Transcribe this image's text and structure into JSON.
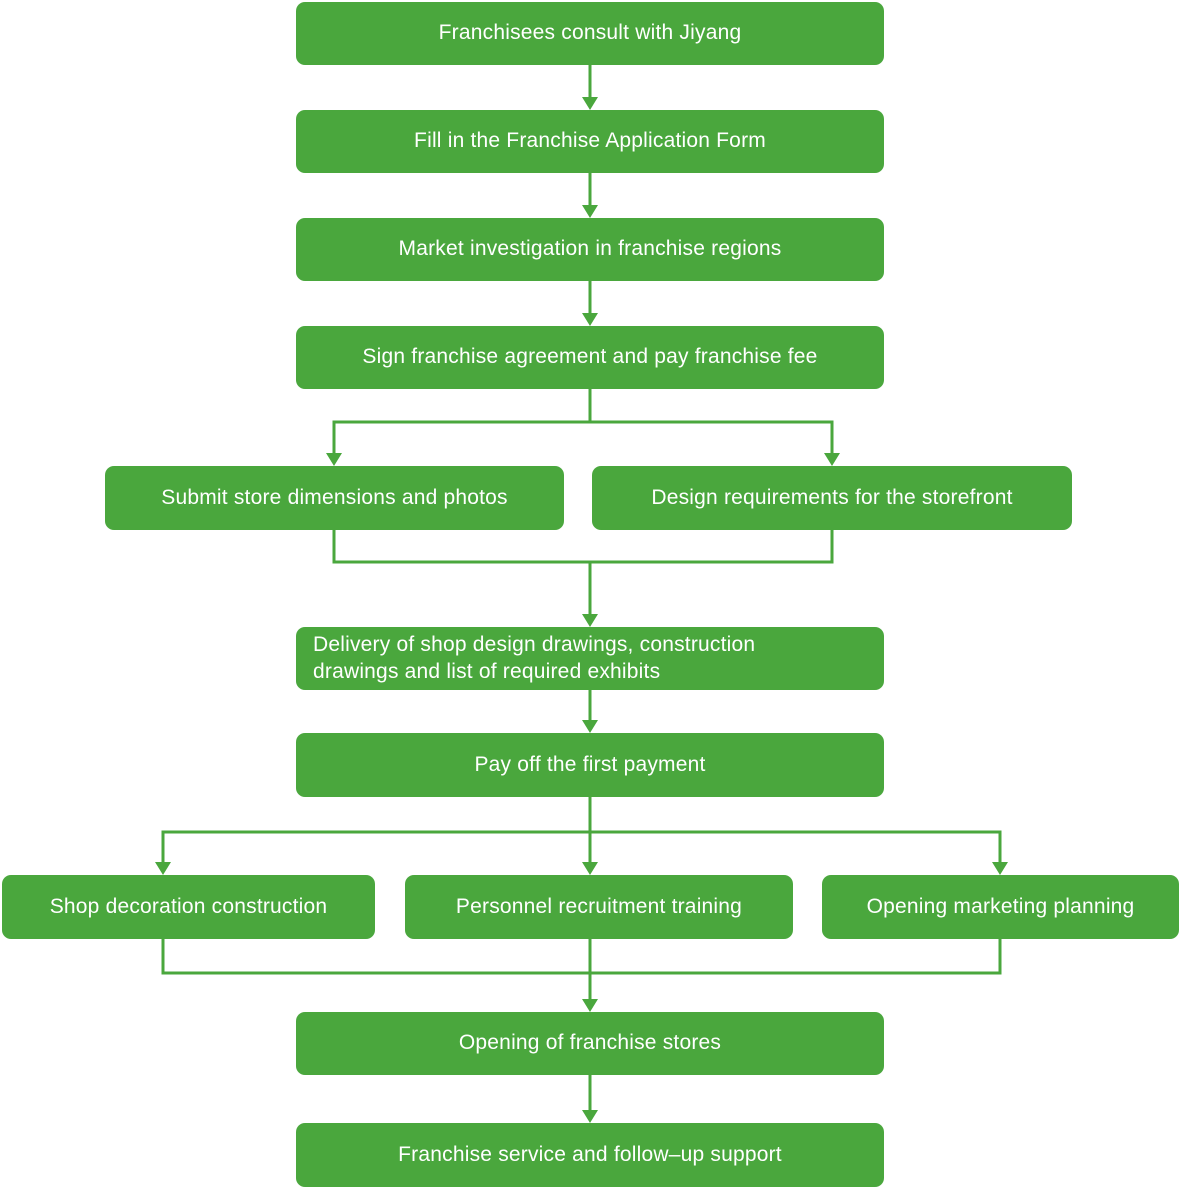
{
  "diagram": {
    "type": "flowchart",
    "colors": {
      "node_fill": "#4aa73d",
      "connector": "#4aa73d",
      "node_text": "#ffffff",
      "background": "#ffffff"
    },
    "nodes": {
      "consult": {
        "label": "Franchisees consult with Jiyang"
      },
      "application": {
        "label": "Fill in the Franchise Application Form"
      },
      "investigation": {
        "label": "Market investigation in franchise regions"
      },
      "agreement": {
        "label": "Sign franchise agreement and pay franchise fee"
      },
      "dimensions": {
        "label": "Submit store dimensions and photos"
      },
      "design": {
        "label": "Design requirements for the storefront"
      },
      "delivery": {
        "label": "Delivery of shop design drawings, construction\ndrawings and list of required exhibits"
      },
      "payment": {
        "label": "Pay off the first payment"
      },
      "decoration": {
        "label": "Shop decoration construction"
      },
      "recruitment": {
        "label": "Personnel recruitment training"
      },
      "marketing": {
        "label": "Opening marketing planning"
      },
      "opening": {
        "label": "Opening of franchise stores"
      },
      "service": {
        "label": "Franchise service and follow–up support"
      }
    },
    "edges": [
      {
        "from": "consult",
        "to": "application"
      },
      {
        "from": "application",
        "to": "investigation"
      },
      {
        "from": "investigation",
        "to": "agreement"
      },
      {
        "from": "agreement",
        "to": "dimensions"
      },
      {
        "from": "agreement",
        "to": "design"
      },
      {
        "from": "dimensions",
        "to": "delivery"
      },
      {
        "from": "design",
        "to": "delivery"
      },
      {
        "from": "delivery",
        "to": "payment"
      },
      {
        "from": "payment",
        "to": "decoration"
      },
      {
        "from": "payment",
        "to": "recruitment"
      },
      {
        "from": "payment",
        "to": "marketing"
      },
      {
        "from": "decoration",
        "to": "opening"
      },
      {
        "from": "recruitment",
        "to": "opening"
      },
      {
        "from": "marketing",
        "to": "opening"
      },
      {
        "from": "opening",
        "to": "service"
      }
    ]
  }
}
